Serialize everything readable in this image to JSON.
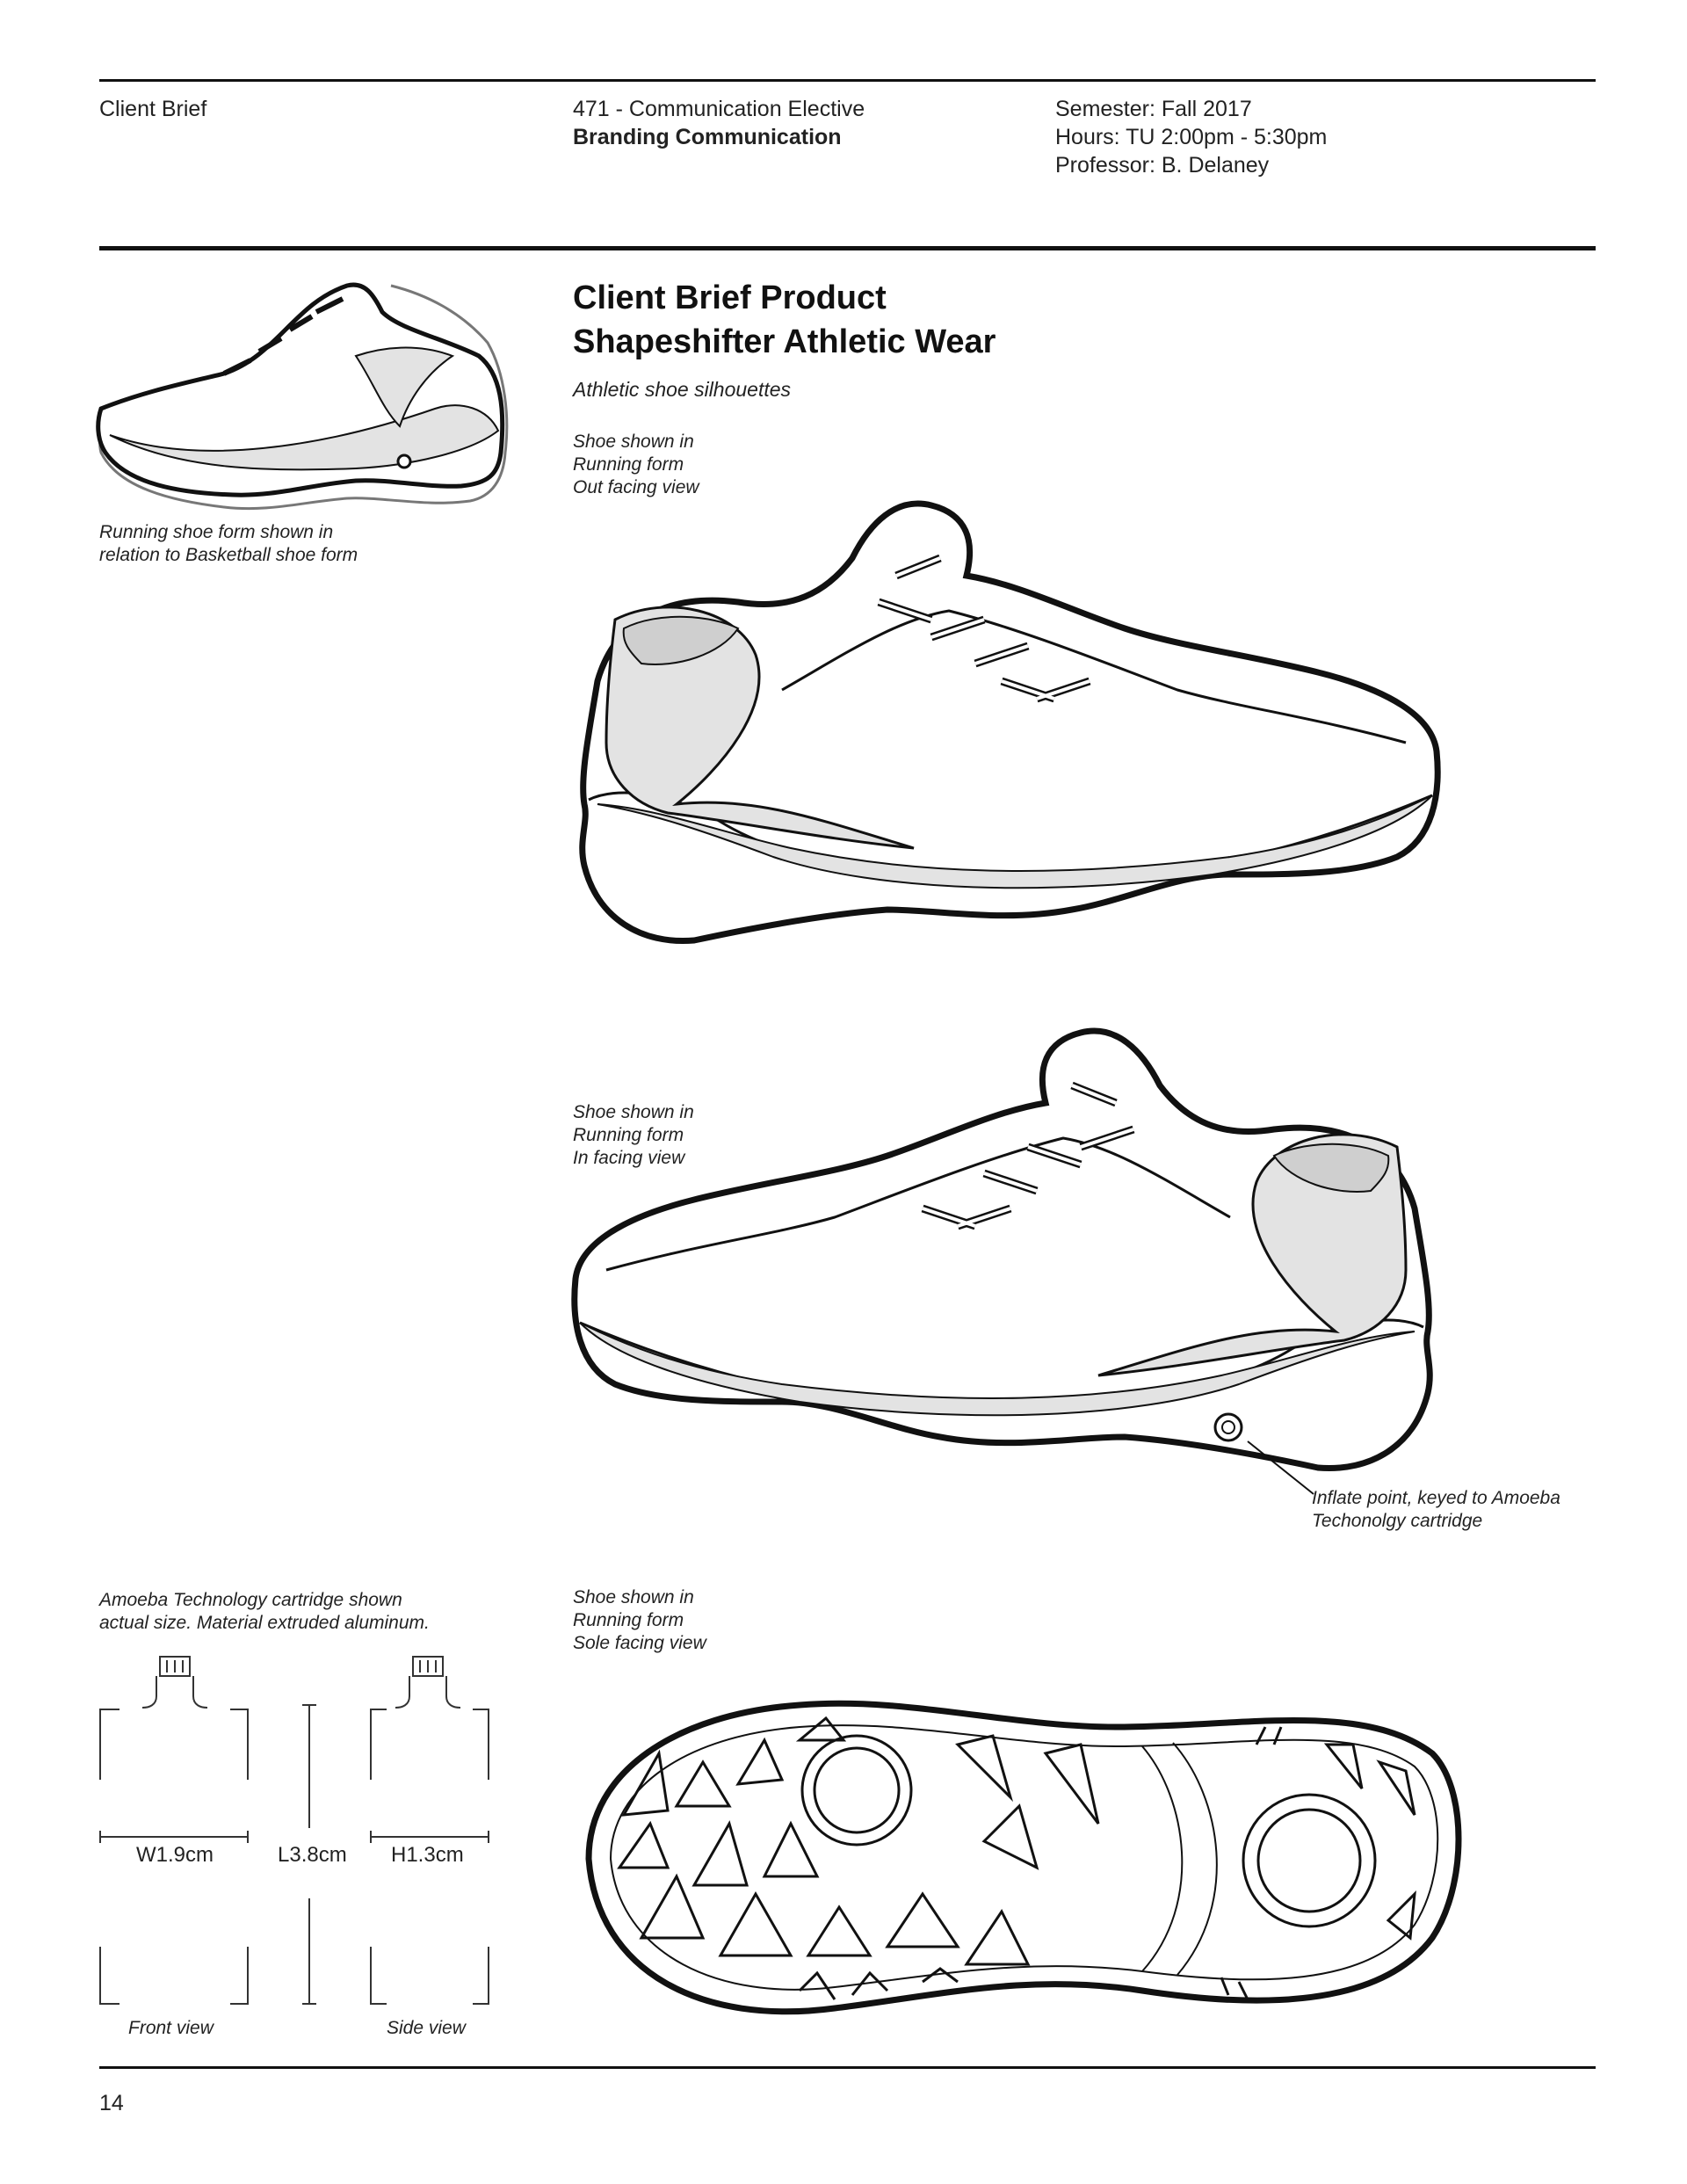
{
  "header": {
    "left": "Client Brief",
    "course": "471 - Communication Elective",
    "course_name": "Branding Communication",
    "semester": "Semester: Fall 2017",
    "hours": "Hours: TU  2:00pm - 5:30pm",
    "professor": "Professor: B. Delaney"
  },
  "main": {
    "title_line1": "Client Brief Product",
    "title_line2": "Shapeshifter Athletic Wear",
    "subtitle": "Athletic shoe silhouettes"
  },
  "captions": {
    "thumb": [
      "Running shoe form shown in",
      "relation to Basketball shoe form"
    ],
    "out_view": [
      "Shoe shown in",
      "Running form",
      "Out facing view"
    ],
    "in_view": [
      "Shoe shown in",
      "Running form",
      "In facing view"
    ],
    "inflate": [
      "Inflate point, keyed to Amoeba",
      "Techonolgy cartridge"
    ],
    "cartridge": [
      "Amoeba Technology cartridge shown",
      "actual size. Material extruded aluminum."
    ],
    "sole_view": [
      "Shoe shown in",
      "Running form",
      "Sole facing view"
    ]
  },
  "cartridge": {
    "width_label": "W1.9cm",
    "length_label": "L3.8cm",
    "height_label": "H1.3cm",
    "front_label": "Front view",
    "side_label": "Side view"
  },
  "footer": {
    "page_number": "14"
  }
}
